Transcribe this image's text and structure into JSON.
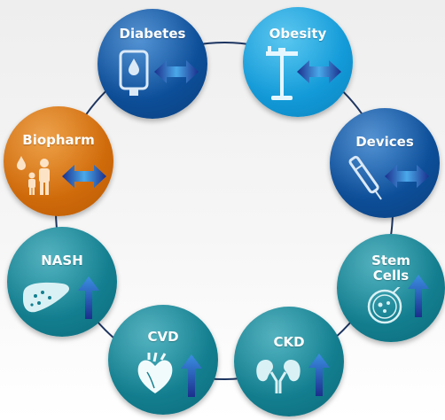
{
  "diagram": {
    "nodes": [
      {
        "key": "diabetes",
        "label": "Diabetes",
        "icon": "glucose-meter-icon",
        "indicator": "bidirectional-arrow",
        "color": "#0d4f9a"
      },
      {
        "key": "obesity",
        "label": "Obesity",
        "icon": "scale-icon",
        "indicator": "bidirectional-arrow",
        "color": "#139bd9"
      },
      {
        "key": "devices",
        "label": "Devices",
        "icon": "insulin-pen-icon",
        "indicator": "bidirectional-arrow",
        "color": "#0d4f9a"
      },
      {
        "key": "stem-cells",
        "label": "Stem Cells",
        "label_lines": [
          "Stem",
          "Cells"
        ],
        "icon": "petri-dish-icon",
        "indicator": "up-arrow",
        "color": "#137f90"
      },
      {
        "key": "ckd",
        "label": "CKD",
        "icon": "kidney-icon",
        "indicator": "up-arrow",
        "color": "#137f90"
      },
      {
        "key": "cvd",
        "label": "CVD",
        "icon": "heart-icon",
        "indicator": "up-arrow",
        "color": "#137f90"
      },
      {
        "key": "nash",
        "label": "NASH",
        "icon": "liver-icon",
        "indicator": "up-arrow",
        "color": "#137f90"
      },
      {
        "key": "biopharm",
        "label": "Biopharm",
        "icon": "family-drop-icon",
        "indicator": "bidirectional-arrow",
        "color": "#cf6a0a"
      }
    ],
    "ring_color": "#1d3560"
  }
}
